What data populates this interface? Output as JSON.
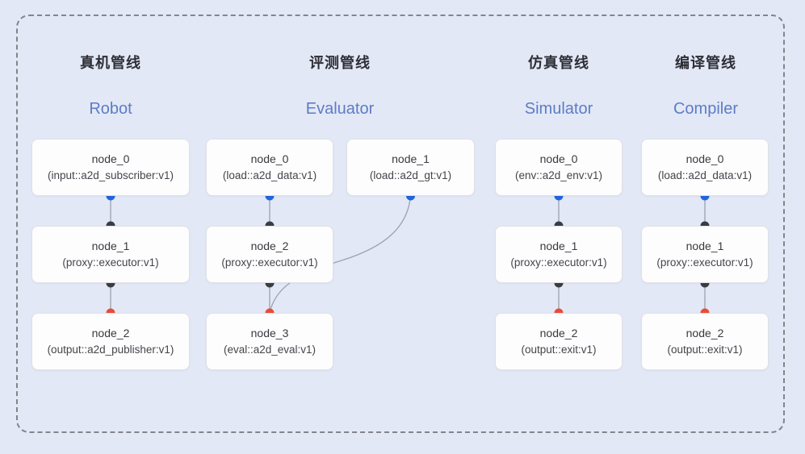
{
  "diagram": {
    "background_color": "#e3e8f6",
    "frame_border_color": "#83848c",
    "edge_color": "#9aa2b0",
    "port_colors": {
      "source_blue": "#1f66dd",
      "mid_black": "#3c3c40",
      "sink_red": "#e94c35"
    },
    "title_en_color": "#5d7cc6",
    "pipelines": [
      {
        "title_zh": "真机管线",
        "title_en": "Robot",
        "nodes": [
          {
            "name": "node_0",
            "type": "(input::a2d_subscriber:v1)"
          },
          {
            "name": "node_1",
            "type": "(proxy::executor:v1)"
          },
          {
            "name": "node_2",
            "type": "(output::a2d_publisher:v1)"
          }
        ]
      },
      {
        "title_zh": "评测管线",
        "title_en": "Evaluator",
        "nodes": [
          {
            "name": "node_0",
            "type": "(load::a2d_data:v1)"
          },
          {
            "name": "node_1",
            "type": "(load::a2d_gt:v1)"
          },
          {
            "name": "node_2",
            "type": "(proxy::executor:v1)"
          },
          {
            "name": "node_3",
            "type": "(eval::a2d_eval:v1)"
          }
        ]
      },
      {
        "title_zh": "仿真管线",
        "title_en": "Simulator",
        "nodes": [
          {
            "name": "node_0",
            "type": "(env::a2d_env:v1)"
          },
          {
            "name": "node_1",
            "type": "(proxy::executor:v1)"
          },
          {
            "name": "node_2",
            "type": "(output::exit:v1)"
          }
        ]
      },
      {
        "title_zh": "编译管线",
        "title_en": "Compiler",
        "nodes": [
          {
            "name": "node_0",
            "type": "(load::a2d_data:v1)"
          },
          {
            "name": "node_1",
            "type": "(proxy::executor:v1)"
          },
          {
            "name": "node_2",
            "type": "(output::exit:v1)"
          }
        ]
      }
    ]
  }
}
